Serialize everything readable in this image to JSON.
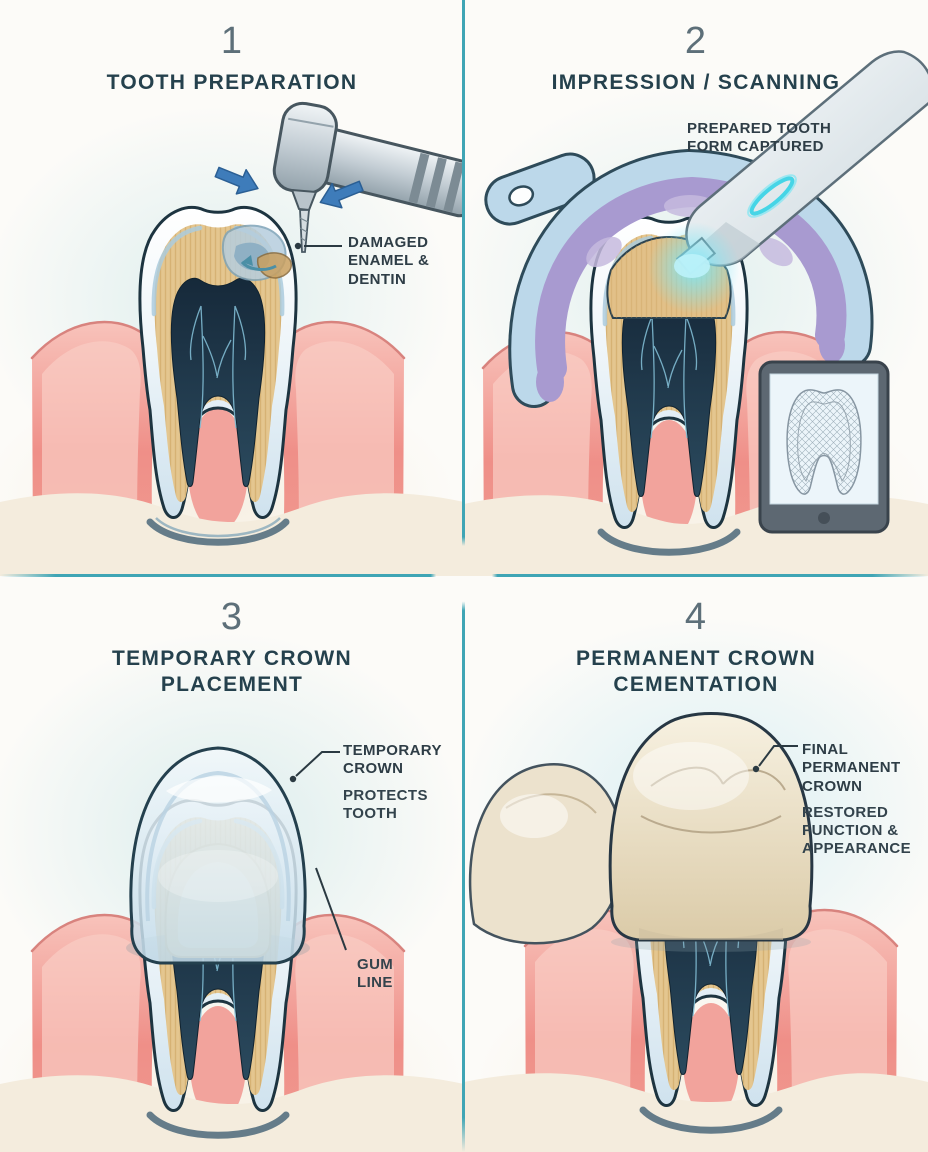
{
  "palette": {
    "background": "#fcfbf8",
    "divider_teal": "#3fa5b5",
    "heading_text": "#25414d",
    "step_number_text": "#5d6f79",
    "label_text": "#2e3d46",
    "enamel_blue": "#cfe2ee",
    "dentin_tan": "#e4c68f",
    "pulp_navy": "#16293a",
    "gum_pink": "#ef8f88",
    "impression_purple": "#a89ad0",
    "tray_blue": "#bcd8ea",
    "scanner_glow_cyan": "#7de7f6",
    "arrow_blue": "#3e7cba",
    "crown_cream": "#e9dfc6"
  },
  "steps": [
    {
      "number": "1",
      "title": "TOOTH PREPARATION",
      "callouts": {
        "damage": "DAMAGED ENAMEL & DENTIN"
      }
    },
    {
      "number": "2",
      "title": "IMPRESSION / SCANNING",
      "callouts": {
        "scan": "PREPARED TOOTH FORM CAPTURED"
      }
    },
    {
      "number": "3",
      "title": "TEMPORARY CROWN PLACEMENT",
      "callouts": {
        "crown": "TEMPORARY CROWN",
        "protects": "PROTECTS TOOTH",
        "gum": "GUM LINE"
      }
    },
    {
      "number": "4",
      "title": "PERMANENT CROWN CEMENTATION",
      "callouts": {
        "crown": "FINAL PERMANENT CROWN",
        "restored": "RESTORED FUNCTION & APPEARANCE"
      }
    }
  ]
}
